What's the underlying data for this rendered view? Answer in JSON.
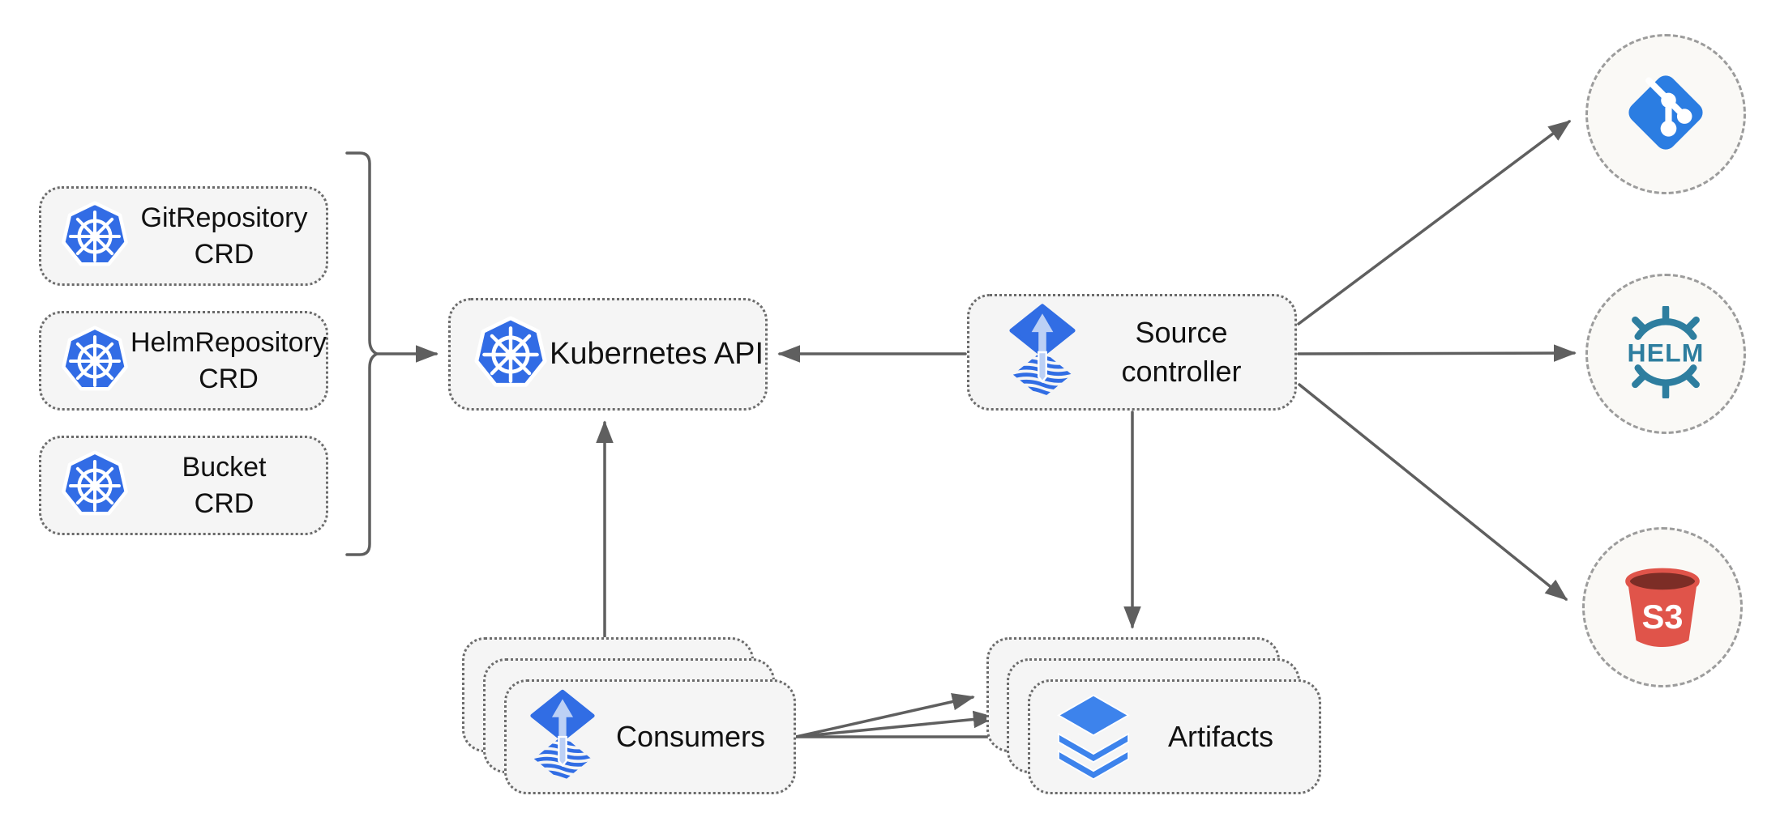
{
  "nodes": {
    "crd_boxes": [
      {
        "label": "GitRepository",
        "sublabel": "CRD"
      },
      {
        "label": "HelmRepository",
        "sublabel": "CRD"
      },
      {
        "label": "Bucket",
        "sublabel": "CRD"
      }
    ],
    "kubernetes_api": {
      "label": "Kubernetes API"
    },
    "source_controller": {
      "label": "Source controller",
      "line1": "Source",
      "line2": "controller"
    },
    "consumers": {
      "label": "Consumers"
    },
    "artifacts": {
      "label": "Artifacts"
    },
    "externals": {
      "git": {
        "name": "git"
      },
      "helm": {
        "name": "helm",
        "text": "HELM"
      },
      "s3": {
        "name": "s3",
        "text": "S3"
      }
    }
  },
  "colors": {
    "kubernetes_blue": "#326ce5",
    "flux_blue": "#316de4",
    "flux_arrow_light": "#bcd0f5",
    "layers_blue": "#3d83ec",
    "git_blue": "#2b7de2",
    "helm_teal": "#2e7e9f",
    "s3_red": "#e0544a",
    "s3_dark_red": "#7c2d26",
    "box_fill": "#f5f5f5",
    "box_border": "#6b6b6b",
    "circle_fill": "#faf9f6",
    "circle_border": "#9c9c9c",
    "connector_gray": "#5f5f5f",
    "text_color": "#111111"
  }
}
